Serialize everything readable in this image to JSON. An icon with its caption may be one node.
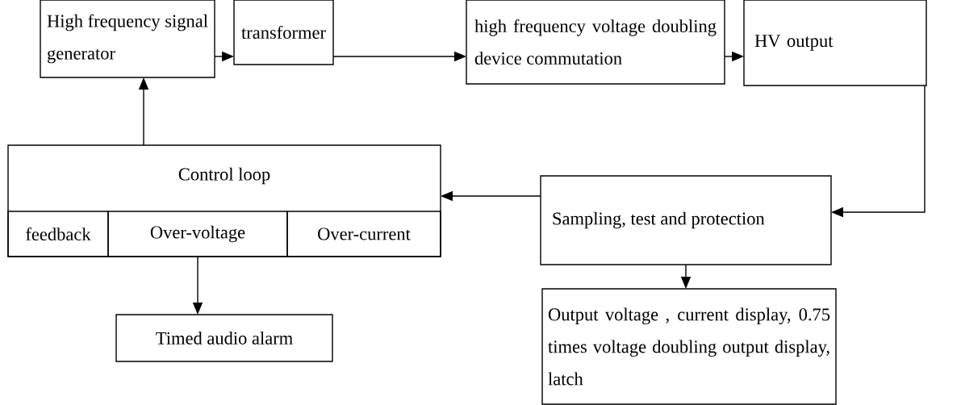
{
  "diagram": {
    "nodes": [
      {
        "text": [
          "High frequency signal generator"
        ]
      },
      {
        "text": [
          "transformer"
        ]
      },
      {
        "text": [
          "high frequency voltage doubling device commutation"
        ]
      },
      {
        "text": [
          "HV output"
        ]
      },
      {
        "text": [
          "Control loop"
        ]
      },
      {
        "text": [
          "feedback"
        ],
        "in": 4
      },
      {
        "text": [
          "Over-voltage"
        ],
        "in": 4
      },
      {
        "text": [
          "Over-current"
        ],
        "in": 4
      },
      {
        "text": [
          "Sampling, test and protection"
        ]
      },
      {
        "text": [
          "Timed audio alarm"
        ]
      },
      {
        "text": [
          "Output voltage , current display, 0.75 times voltage doubling output display, latch"
        ]
      }
    ],
    "edges": [
      {
        "from": 0,
        "to": 1,
        "arrow": "to"
      },
      {
        "from": 1,
        "to": 2,
        "arrow": "to"
      },
      {
        "from": 2,
        "to": 3,
        "arrow": "to"
      },
      {
        "from": 3,
        "to": 8,
        "arrow": "to"
      },
      {
        "from": 8,
        "to": 4,
        "arrow": "to"
      },
      {
        "from": 4,
        "to": 0,
        "arrow": "to"
      },
      {
        "from": 6,
        "to": 9,
        "arrow": "to"
      },
      {
        "from": 8,
        "to": 10,
        "arrow": "to"
      }
    ]
  }
}
